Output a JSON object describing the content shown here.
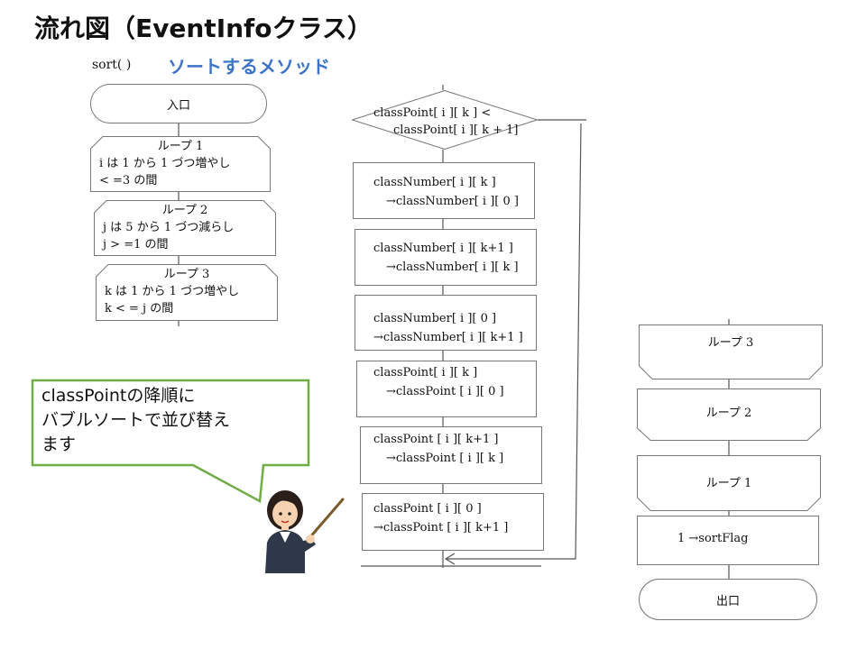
{
  "title": "流れ図（EventInfoクラス）",
  "method": {
    "name": "sort( )",
    "description": "ソートするメソッド"
  },
  "left_flow": {
    "start": "入口",
    "loop1": {
      "header": "ループ 1",
      "lines": [
        "i は 1 から 1 づつ増やし",
        "< =3 の間"
      ]
    },
    "loop2": {
      "header": "ループ 2",
      "lines": [
        "j は 5 から 1 づつ減らし",
        "j > =1 の間"
      ]
    },
    "loop3": {
      "header": "ループ 3",
      "lines": [
        "k は 1 から 1 づつ増やし",
        "k < = j の間"
      ]
    }
  },
  "middle_flow": {
    "condition": [
      "classPoint[ i ][ k ] <",
      "classPoint[ i ][ k + 1]"
    ],
    "steps": [
      [
        "classNumber[ i ][ k ]",
        "→classNumber[ i ][ 0 ]"
      ],
      [
        "classNumber[ i ][ k+1 ]",
        "→classNumber[ i ][ k ]"
      ],
      [
        "classNumber[ i ][ 0 ]",
        "→classNumber[ i ][ k+1 ]"
      ],
      [
        "classPoint[ i ][ k ]",
        "→classPoint [ i ][ 0 ]"
      ],
      [
        "classPoint [ i ][ k+1 ]",
        "→classPoint [ i ][ k ]"
      ],
      [
        "classPoint [ i ][ 0 ]",
        "→classPoint [ i ][ k+1 ]"
      ]
    ]
  },
  "right_flow": {
    "loop3_end": "ループ 3",
    "loop2_end": "ループ 2",
    "loop1_end": "ループ 1",
    "assign": "1 →sortFlag",
    "end": "出口"
  },
  "callout": {
    "lines": [
      "classPointの降順に",
      "バブルソートで並び替え",
      "ます"
    ]
  }
}
